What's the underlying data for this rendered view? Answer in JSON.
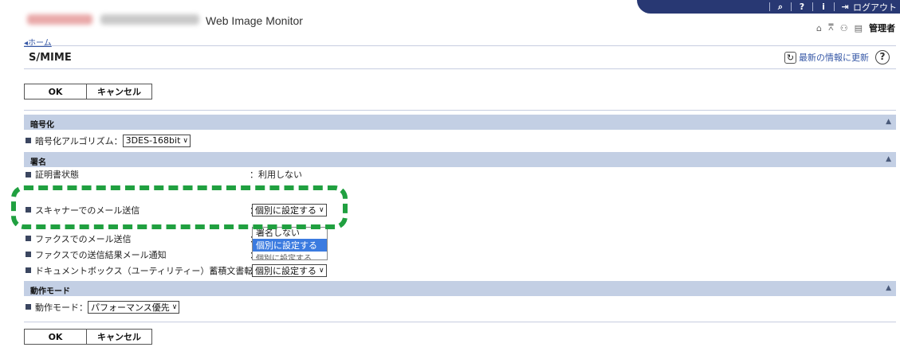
{
  "header": {
    "app_title": "Web Image Monitor",
    "logout_label": "ログアウト",
    "admin_label": "管理者"
  },
  "breadcrumb": "◂ホーム",
  "page": {
    "title": "S/MIME",
    "refresh_label": "最新の情報に更新"
  },
  "buttons": {
    "ok": "OK",
    "cancel": "キャンセル"
  },
  "sections": {
    "encryption": {
      "title": "暗号化",
      "algorithm_label": "暗号化アルゴリズム：",
      "algorithm_value": "3DES-168bit"
    },
    "signature": {
      "title": "署名",
      "cert_status_label": "証明書状態",
      "cert_status_value": "：利用しない",
      "scanner_label": "スキャナーでのメール送信",
      "scanner_value": "個別に設定する",
      "fax_label": "ファクスでのメール送信",
      "fax_result_label": "ファクスでの送信結果メール通知",
      "docbox_label": "ドキュメントボックス（ユーティリティー）蓄積文書転送時",
      "docbox_value": "個別に設定する",
      "dropdown_options": [
        "署名しない",
        "個別に設定する"
      ],
      "fax_result_value_partial": "個別に設定する"
    },
    "operation": {
      "title": "動作モード",
      "mode_label": "動作モード：",
      "mode_value": "パフォーマンス優先"
    }
  },
  "colors": {
    "header_bar": "#283873",
    "section_bg": "#c3cfe4",
    "highlight": "#20a040",
    "selected": "#3b7be0"
  }
}
